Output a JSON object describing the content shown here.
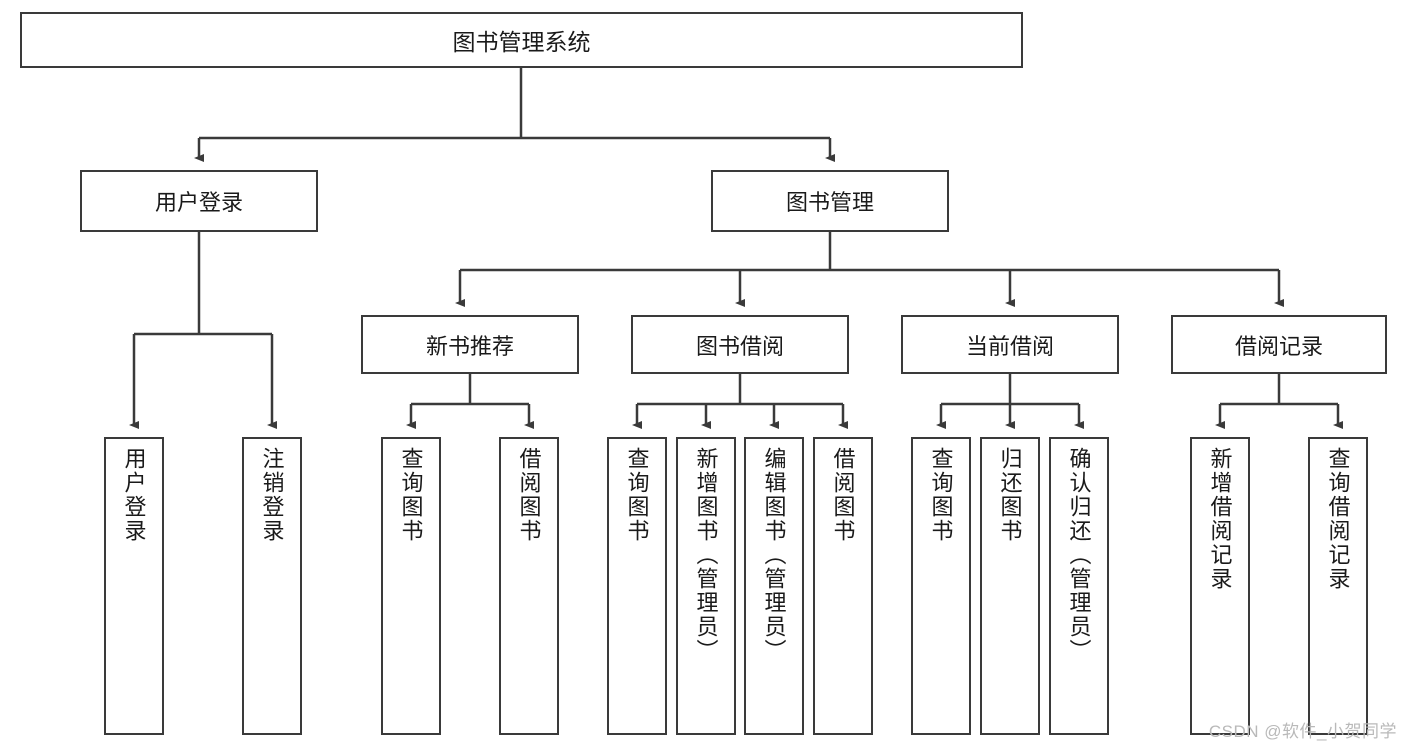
{
  "diagram": {
    "title": "图书管理系统",
    "type": "tree-hierarchy-functional-decomposition",
    "root": {
      "label": "图书管理系统"
    },
    "level2": [
      {
        "key": "user-login",
        "label": "用户登录"
      },
      {
        "key": "book-management",
        "label": "图书管理"
      }
    ],
    "level3": [
      {
        "key": "new-book-recommend",
        "label": "新书推荐",
        "parent": "book-management"
      },
      {
        "key": "book-borrow",
        "label": "图书借阅",
        "parent": "book-management"
      },
      {
        "key": "current-borrow",
        "label": "当前借阅",
        "parent": "book-management"
      },
      {
        "key": "borrow-record",
        "label": "借阅记录",
        "parent": "book-management"
      }
    ],
    "leaves": [
      {
        "key": "user-login-leaf",
        "label": "用户登录",
        "parent": "user-login"
      },
      {
        "key": "logout-leaf",
        "label": "注销登录",
        "parent": "user-login"
      },
      {
        "key": "query-book-recommend",
        "label": "查询图书",
        "parent": "new-book-recommend"
      },
      {
        "key": "borrow-book-recommend",
        "label": "借阅图书",
        "parent": "new-book-recommend"
      },
      {
        "key": "query-book-borrow",
        "label": "查询图书",
        "parent": "book-borrow"
      },
      {
        "key": "add-book-admin",
        "label": "新增图书（管理员）",
        "parent": "book-borrow"
      },
      {
        "key": "edit-book-admin",
        "label": "编辑图书（管理员）",
        "parent": "book-borrow"
      },
      {
        "key": "borrow-book",
        "label": "借阅图书",
        "parent": "book-borrow"
      },
      {
        "key": "query-book-current",
        "label": "查询图书",
        "parent": "current-borrow"
      },
      {
        "key": "return-book",
        "label": "归还图书",
        "parent": "current-borrow"
      },
      {
        "key": "confirm-return-admin",
        "label": "确认归还（管理员）",
        "parent": "current-borrow"
      },
      {
        "key": "add-borrow-record",
        "label": "新增借阅记录",
        "parent": "borrow-record"
      },
      {
        "key": "query-borrow-record",
        "label": "查询借阅记录",
        "parent": "borrow-record"
      }
    ]
  },
  "watermark": {
    "text": "CSDN @软件_小贺同学"
  },
  "style": {
    "border_color": "#3a3a3a",
    "background": "#ffffff",
    "text_color": "#1a1a1a",
    "watermark_color": "#b9b9b9"
  }
}
